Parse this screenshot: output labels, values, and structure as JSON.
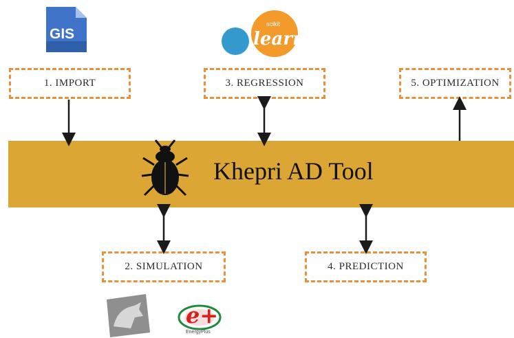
{
  "tool": {
    "title": "Khepri AD Tool",
    "band_color": "#dba634"
  },
  "steps": [
    {
      "label": "1. IMPORT"
    },
    {
      "label": "2. SIMULATION"
    },
    {
      "label": "3. REGRESSION"
    },
    {
      "label": "4. PREDICTION"
    },
    {
      "label": "5. OPTIMIZATION"
    }
  ],
  "logos": {
    "gis": {
      "text": "GIS",
      "color": "#3f74c9"
    },
    "sklearn": {
      "small": "scikit",
      "big": "learn",
      "orange": "#f39a2b",
      "blue": "#3499cd"
    },
    "rhino": {
      "icon": "rhino-logo-icon"
    },
    "energyplus": {
      "letter": "e+",
      "caption": "EnergyPlus"
    }
  },
  "colors": {
    "dash": "#e8903a",
    "arrow": "#1a1a1a"
  }
}
